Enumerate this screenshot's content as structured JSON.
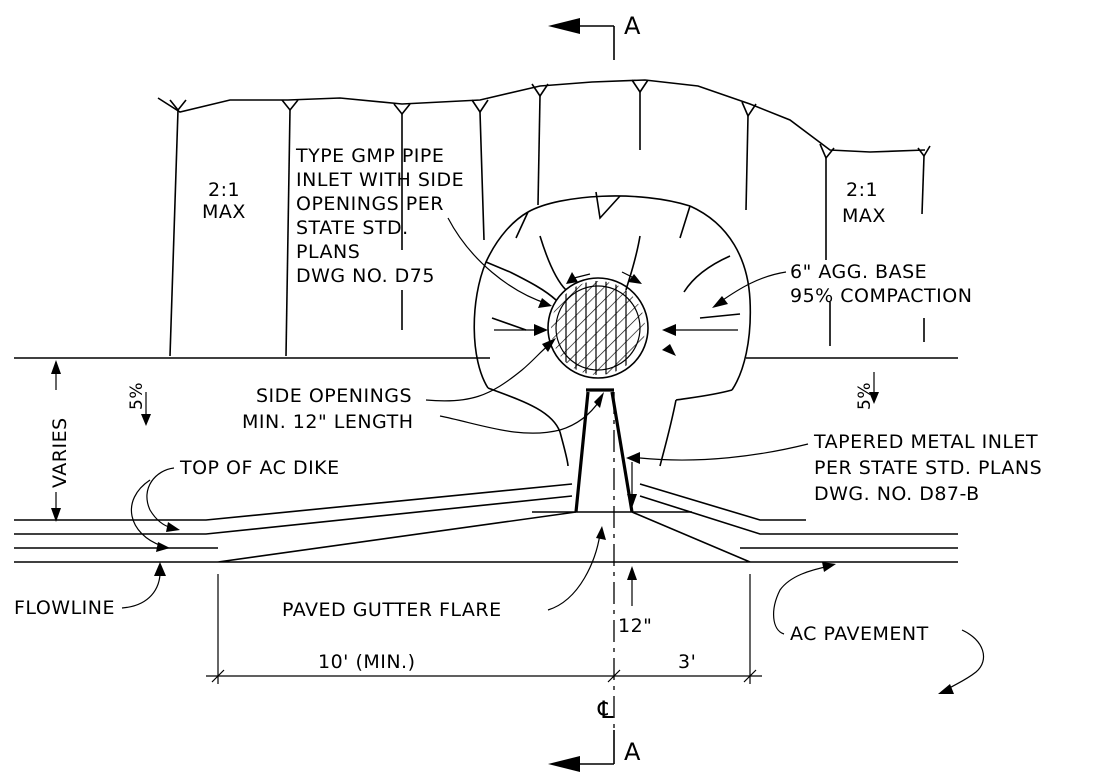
{
  "section_marker": "A",
  "slope_left": [
    "2:1",
    "MAX"
  ],
  "slope_right": [
    "2:1",
    "MAX"
  ],
  "pipe_inlet_note": [
    "TYPE GMP PIPE",
    "INLET WITH SIDE",
    "OPENINGS PER",
    "STATE STD.",
    "PLANS",
    "DWG NO. D75"
  ],
  "agg_base_note": [
    "6\" AGG. BASE",
    "95% COMPACTION"
  ],
  "side_openings_note": [
    "SIDE OPENINGS",
    "MIN. 12\" LENGTH"
  ],
  "tapered_inlet_note": [
    "TAPERED METAL INLET",
    "PER STATE STD. PLANS",
    "DWG. NO. D87-B"
  ],
  "varies_label": "VARIES",
  "grade_left": "5%",
  "grade_right": "5%",
  "top_of_dike_label": "TOP OF AC DIKE",
  "flowline_label": "FLOWLINE",
  "gutter_flare_label": "PAVED GUTTER FLARE",
  "depth_label": "12\"",
  "ac_pavement_label": "AC PAVEMENT",
  "dim_left_label": "10' (MIN.)",
  "dim_right_label": "3'",
  "centerline_symbol": "℄"
}
